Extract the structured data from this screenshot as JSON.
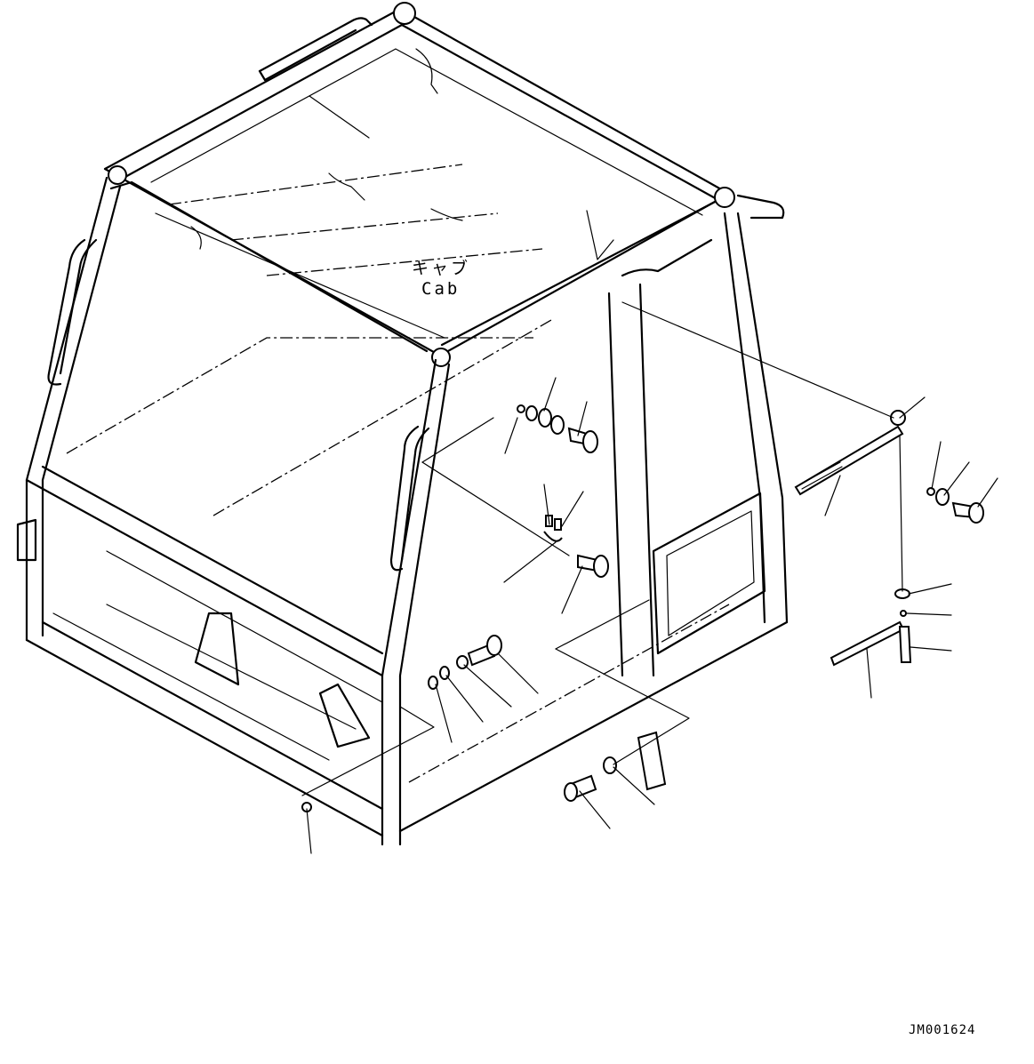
{
  "labels": {
    "cab_japanese": "キャブ",
    "cab_english": "Cab",
    "drawing_code": "JM001624"
  }
}
